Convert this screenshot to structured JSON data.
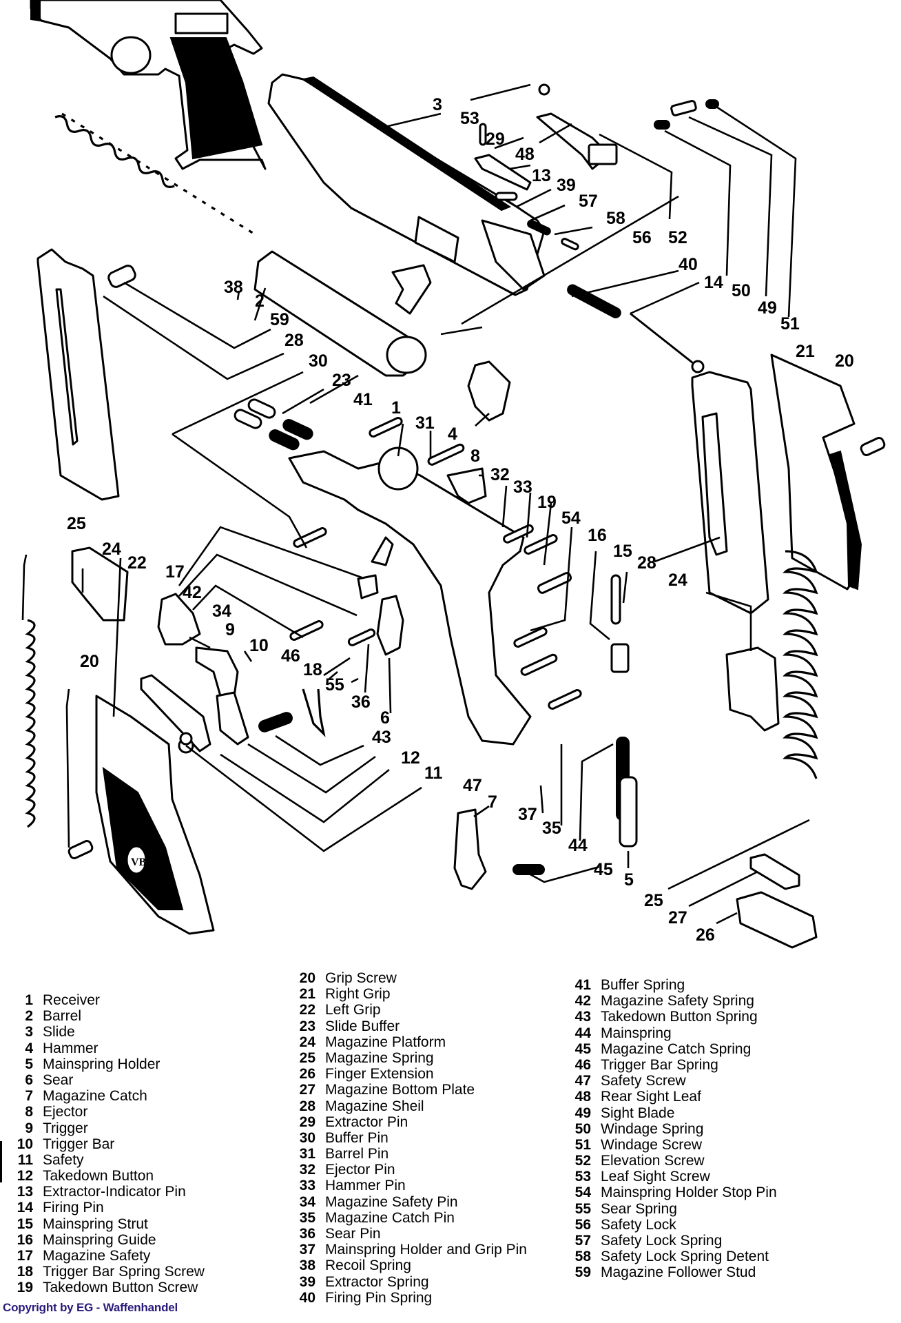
{
  "diagram": {
    "title": "Exploded parts diagram",
    "callouts": {
      "c1": "1",
      "c2": "2",
      "c3": "3",
      "c4": "4",
      "c5": "5",
      "c6": "6",
      "c7": "7",
      "c8": "8",
      "c9": "9",
      "c10": "10",
      "c11": "11",
      "c12": "12",
      "c13": "13",
      "c14": "14",
      "c15": "15",
      "c16": "16",
      "c17": "17",
      "c18": "18",
      "c19": "19",
      "c20a": "20",
      "c20b": "20",
      "c21": "21",
      "c22": "22",
      "c23": "23",
      "c24a": "24",
      "c24b": "24",
      "c25a": "25",
      "c25b": "25",
      "c26": "26",
      "c27": "27",
      "c28a": "28",
      "c28b": "28",
      "c29": "29",
      "c30": "30",
      "c31": "31",
      "c32": "32",
      "c33": "33",
      "c34": "34",
      "c35": "35",
      "c36": "36",
      "c37": "37",
      "c38": "38",
      "c39": "39",
      "c40": "40",
      "c41": "41",
      "c42": "42",
      "c43": "43",
      "c44": "44",
      "c45": "45",
      "c46": "46",
      "c47": "47",
      "c48": "48",
      "c49": "49",
      "c50": "50",
      "c51": "51",
      "c52": "52",
      "c53": "53",
      "c54": "54",
      "c55": "55",
      "c56": "56",
      "c57": "57",
      "c58": "58",
      "c59": "59"
    },
    "grip_monogram": "VB"
  },
  "legend": {
    "column1": [
      {
        "num": "1",
        "label": "Receiver"
      },
      {
        "num": "2",
        "label": "Barrel"
      },
      {
        "num": "3",
        "label": "Slide"
      },
      {
        "num": "4",
        "label": "Hammer"
      },
      {
        "num": "5",
        "label": "Mainspring Holder"
      },
      {
        "num": "6",
        "label": "Sear"
      },
      {
        "num": "7",
        "label": "Magazine Catch"
      },
      {
        "num": "8",
        "label": "Ejector"
      },
      {
        "num": "9",
        "label": "Trigger"
      },
      {
        "num": "10",
        "label": "Trigger Bar"
      },
      {
        "num": "11",
        "label": "Safety"
      },
      {
        "num": "12",
        "label": "Takedown Button"
      },
      {
        "num": "13",
        "label": "Extractor-Indicator Pin"
      },
      {
        "num": "14",
        "label": "Firing Pin"
      },
      {
        "num": "15",
        "label": "Mainspring Strut"
      },
      {
        "num": "16",
        "label": "Mainspring Guide"
      },
      {
        "num": "17",
        "label": "Magazine Safety"
      },
      {
        "num": "18",
        "label": "Trigger Bar Spring Screw"
      },
      {
        "num": "19",
        "label": "Takedown Button Screw"
      }
    ],
    "column2": [
      {
        "num": "20",
        "label": "Grip Screw"
      },
      {
        "num": "21",
        "label": "Right Grip"
      },
      {
        "num": "22",
        "label": "Left Grip"
      },
      {
        "num": "23",
        "label": "Slide Buffer"
      },
      {
        "num": "24",
        "label": "Magazine Platform"
      },
      {
        "num": "25",
        "label": "Magazine Spring"
      },
      {
        "num": "26",
        "label": "Finger Extension"
      },
      {
        "num": "27",
        "label": "Magazine Bottom Plate"
      },
      {
        "num": "28",
        "label": "Magazine Sheil"
      },
      {
        "num": "29",
        "label": "Extractor Pin"
      },
      {
        "num": "30",
        "label": "Buffer Pin"
      },
      {
        "num": "31",
        "label": "Barrel Pin"
      },
      {
        "num": "32",
        "label": "Ejector Pin"
      },
      {
        "num": "33",
        "label": "Hammer Pin"
      },
      {
        "num": "34",
        "label": "Magazine Safety Pin"
      },
      {
        "num": "35",
        "label": "Magazine Catch Pin"
      },
      {
        "num": "36",
        "label": "Sear Pin"
      },
      {
        "num": "37",
        "label": "Mainspring Holder and Grip Pin"
      },
      {
        "num": "38",
        "label": "Recoil Spring"
      },
      {
        "num": "39",
        "label": "Extractor Spring"
      },
      {
        "num": "40",
        "label": "Firing Pin Spring"
      }
    ],
    "column3": [
      {
        "num": "41",
        "label": "Buffer Spring"
      },
      {
        "num": "42",
        "label": "Magazine Safety Spring"
      },
      {
        "num": "43",
        "label": "Takedown Button Spring"
      },
      {
        "num": "44",
        "label": "Mainspring"
      },
      {
        "num": "45",
        "label": "Magazine Catch Spring"
      },
      {
        "num": "46",
        "label": "Trigger Bar Spring"
      },
      {
        "num": "47",
        "label": "Safety Screw"
      },
      {
        "num": "48",
        "label": "Rear Sight Leaf"
      },
      {
        "num": "49",
        "label": "Sight Blade"
      },
      {
        "num": "50",
        "label": "Windage Spring"
      },
      {
        "num": "51",
        "label": "Windage Screw"
      },
      {
        "num": "52",
        "label": "Elevation Screw"
      },
      {
        "num": "53",
        "label": "Leaf Sight Screw"
      },
      {
        "num": "54",
        "label": "Mainspring Holder Stop Pin"
      },
      {
        "num": "55",
        "label": "Sear Spring"
      },
      {
        "num": "56",
        "label": "Safety Lock"
      },
      {
        "num": "57",
        "label": "Safety Lock Spring"
      },
      {
        "num": "58",
        "label": "Safety Lock Spring Detent"
      },
      {
        "num": "59",
        "label": "Magazine Follower Stud"
      }
    ]
  },
  "copyright": "Copyright by EG - Waffenhandel",
  "colors": {
    "copyright": "#2a1a7a",
    "ink": "#000000",
    "paper": "#ffffff"
  }
}
